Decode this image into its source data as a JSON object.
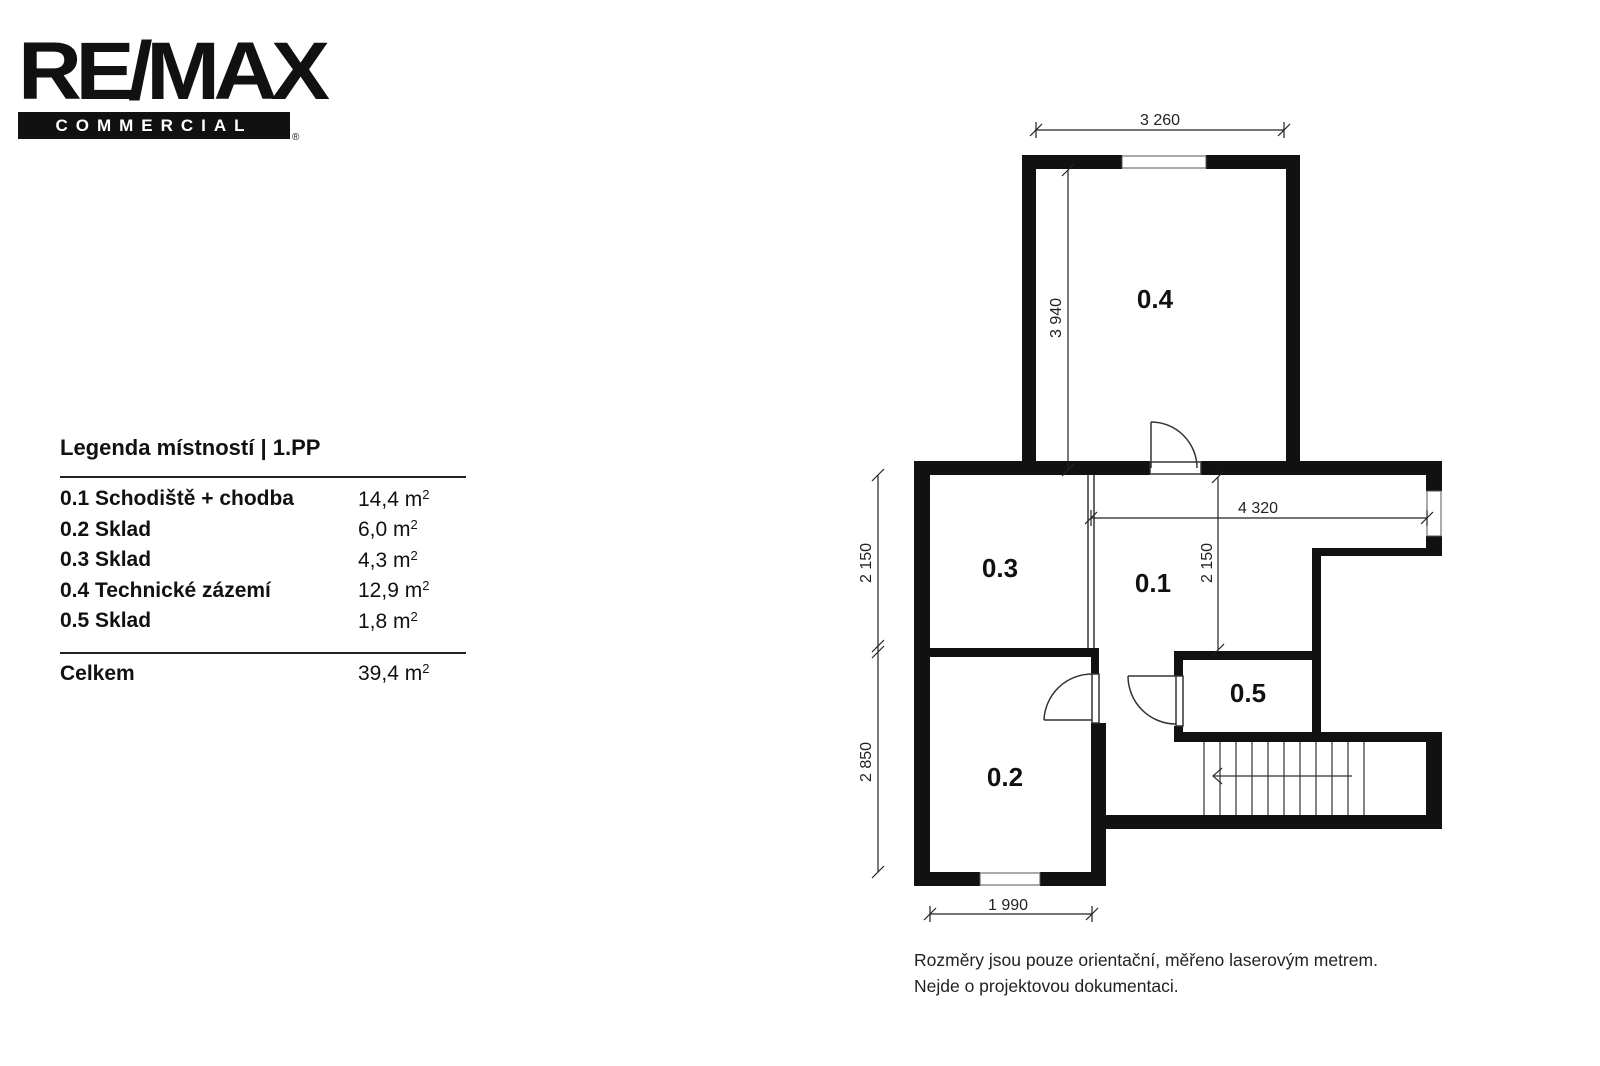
{
  "logo": {
    "main": "RE/MAX",
    "sub": "COMMERCIAL",
    "mark": "®"
  },
  "legend": {
    "title": "Legenda místností | 1.PP",
    "rows": [
      {
        "name": "0.1 Schodiště + chodba",
        "value": "14,4 m",
        "sup": "2"
      },
      {
        "name": "0.2 Sklad",
        "value": "6,0 m",
        "sup": "2"
      },
      {
        "name": "0.3 Sklad",
        "value": "4,3 m",
        "sup": "2"
      },
      {
        "name": "0.4 Technické zázemí",
        "value": "12,9 m",
        "sup": "2"
      },
      {
        "name": "0.5 Sklad",
        "value": "1,8 m",
        "sup": "2"
      }
    ],
    "total": {
      "name": "Celkem",
      "value": "39,4 m",
      "sup": "2"
    }
  },
  "plan": {
    "rooms": {
      "r01": "0.1",
      "r02": "0.2",
      "r03": "0.3",
      "r04": "0.4",
      "r05": "0.5"
    },
    "dims": {
      "top": "3 260",
      "r04_height": "3 940",
      "corridor": "4 320",
      "r01_height": "2 150",
      "left_upper": "2 150",
      "left_lower": "2 850",
      "bottom": "1 990"
    }
  },
  "note": {
    "line1": "Rozměry jsou pouze orientační, měřeno laserovým metrem.",
    "line2": "Nejde o projektovou dokumentaci."
  }
}
